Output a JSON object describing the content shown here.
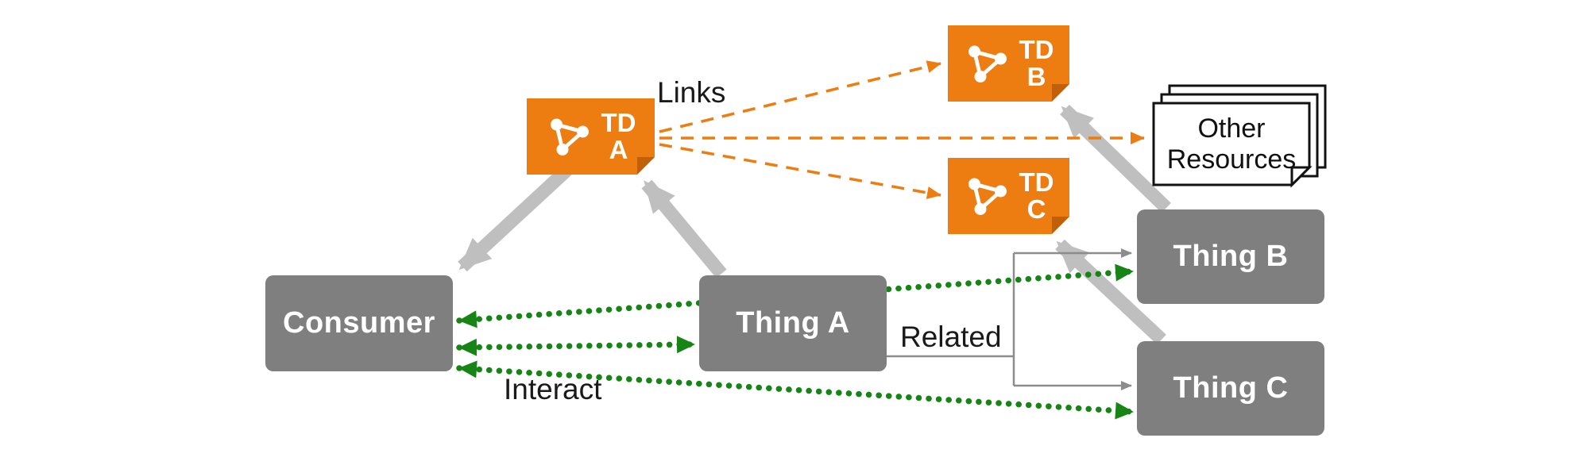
{
  "nodes": {
    "consumer": {
      "label": "Consumer"
    },
    "thing_a": {
      "label": "Thing A"
    },
    "thing_b": {
      "label": "Thing B"
    },
    "thing_c": {
      "label": "Thing C"
    },
    "td_a": {
      "title": "TD",
      "letter": "A"
    },
    "td_b": {
      "title": "TD",
      "letter": "B"
    },
    "td_c": {
      "title": "TD",
      "letter": "C"
    },
    "other_resources": {
      "line1": "Other",
      "line2": "Resources"
    }
  },
  "labels": {
    "links": "Links",
    "interact": "Interact",
    "related": "Related"
  },
  "colors": {
    "td_orange": "#ED7D11",
    "td_fold": "#C06008",
    "node_gray": "#7F7F7F",
    "thick_arrow_gray": "#BFBFBF",
    "interact_green": "#168516",
    "related_line_gray": "#8C8C8C"
  }
}
